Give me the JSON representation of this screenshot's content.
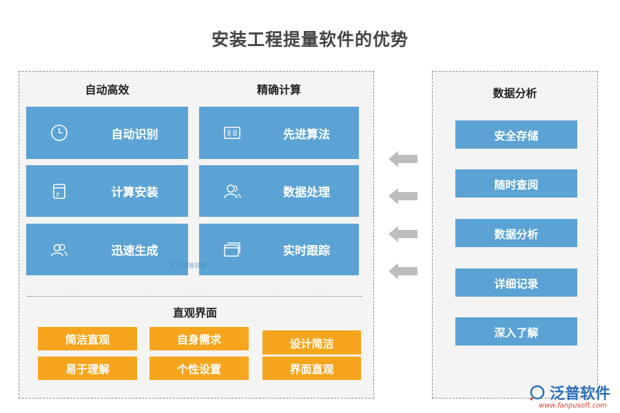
{
  "title": "安装工程提量软件的优势",
  "left_panel": {
    "auto": {
      "heading": "自动高效",
      "items": [
        {
          "label": "自动识别",
          "icon": "clock-icon"
        },
        {
          "label": "计算安装",
          "icon": "document-icon"
        },
        {
          "label": "迅速生成",
          "icon": "users-icon"
        }
      ]
    },
    "precise": {
      "heading": "精确计算",
      "items": [
        {
          "label": "先进算法",
          "icon": "list-icon"
        },
        {
          "label": "数据处理",
          "icon": "user-icon"
        },
        {
          "label": "实时跟踪",
          "icon": "window-icon"
        }
      ]
    },
    "intuitive": {
      "heading": "直观界面",
      "items": [
        "简洁直观",
        "自身需求",
        "设计简洁",
        "易于理解",
        "个性设置",
        "界面直观"
      ]
    }
  },
  "right_panel": {
    "heading": "数据分析",
    "items": [
      "安全存储",
      "随时查阅",
      "数据分析",
      "详细记录",
      "深入了解"
    ]
  },
  "watermark": {
    "text": "泛普软件"
  },
  "brand": {
    "name": "泛普软件",
    "url": "www.fanpusoft.com"
  },
  "colors": {
    "blue": "#5ba3d4",
    "orange": "#f7a51c",
    "panel_bg": "#f4f4f4",
    "arrow": "#bdbdbd"
  }
}
